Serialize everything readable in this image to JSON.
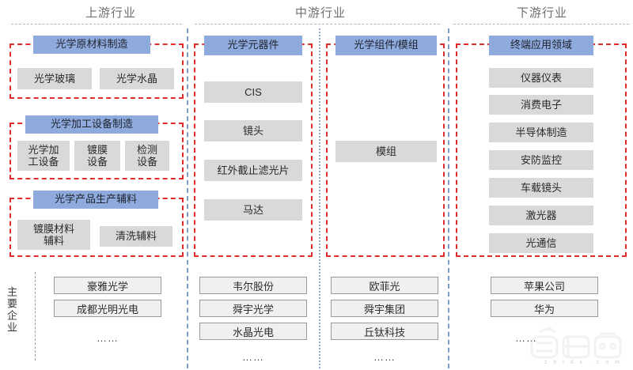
{
  "columns": {
    "upstream_title": "上游行业",
    "midstream_title": "中游行业",
    "downstream_title": "下游行业"
  },
  "side_label": "主要企业",
  "upstream": {
    "groups": [
      {
        "header": "光学原材料制造",
        "items": [
          "光学玻璃",
          "光学水晶"
        ]
      },
      {
        "header": "光学加工设备制造",
        "items": [
          "光学加\n工设备",
          "镀膜\n设备",
          "检测\n设备"
        ]
      },
      {
        "header": "光学产品生产辅料",
        "items": [
          "镀膜材料\n辅料",
          "清洗辅料"
        ]
      }
    ],
    "companies": [
      "豪雅光学",
      "成都光明光电"
    ],
    "more": "……"
  },
  "midstream": {
    "groups": [
      {
        "header": "光学元器件",
        "items": [
          "CIS",
          "镜头",
          "红外截止滤光片",
          "马达"
        ],
        "companies": [
          "韦尔股份",
          "舜宇光学",
          "水晶光电"
        ],
        "more": "……"
      },
      {
        "header": "光学组件/模组",
        "items": [
          "模组"
        ],
        "companies": [
          "欧菲光",
          "舜宇集团",
          "丘钛科技"
        ],
        "more": "……"
      }
    ]
  },
  "downstream": {
    "groups": [
      {
        "header": "终端应用领域",
        "items": [
          "仪器仪表",
          "消费电子",
          "半导体制造",
          "安防监控",
          "车载镜头",
          "激光器",
          "光通信"
        ]
      }
    ],
    "companies": [
      "苹果公司",
      "华为"
    ],
    "more": "……"
  },
  "watermark": {
    "brand": "智东西",
    "domain": "z h i d x . c o m"
  },
  "colors": {
    "chip_blue": "#8FAADC",
    "chip_gray": "#D9D9D9",
    "group_frame_red": "#E02B2B",
    "divider_blue": "#7F9DC4",
    "header_text": "#6F6F6F"
  }
}
